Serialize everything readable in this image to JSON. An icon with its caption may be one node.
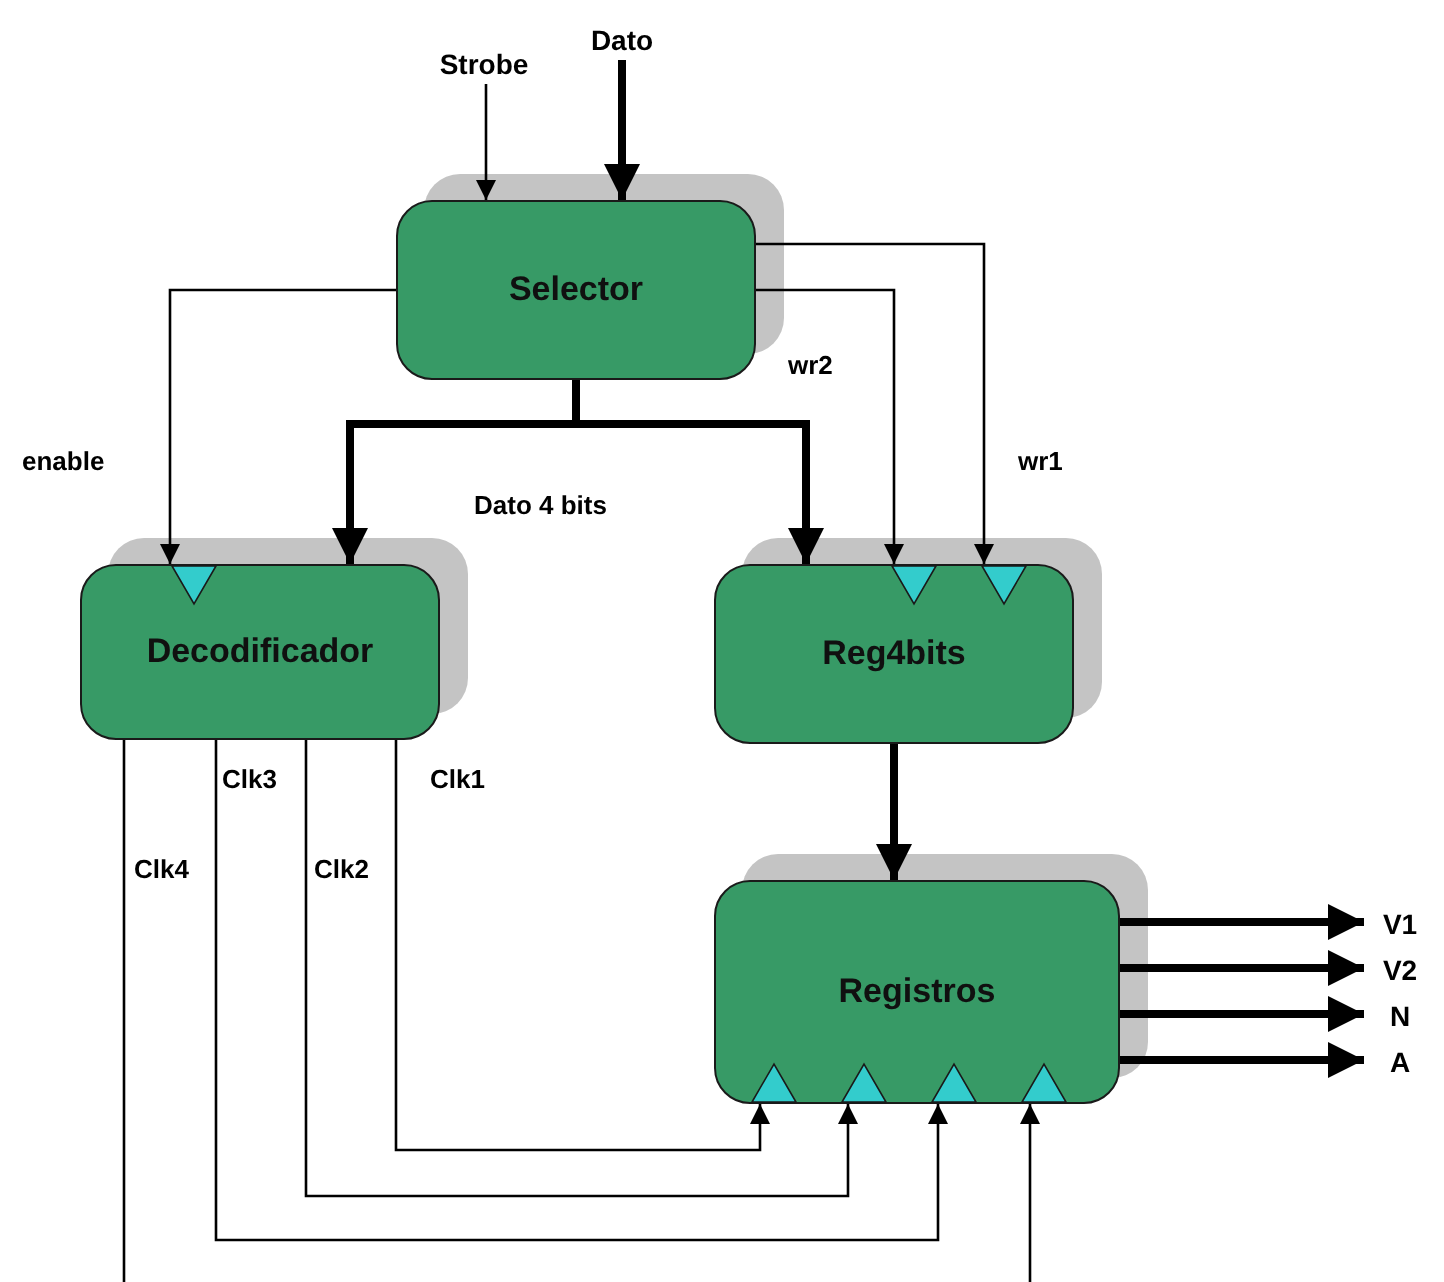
{
  "diagram": {
    "nodes": [
      {
        "text": [
          "Strobe"
        ]
      },
      {
        "text": [
          "Dato"
        ]
      },
      {
        "text": [
          "Selector"
        ]
      },
      {
        "text": [
          "Decodificador"
        ]
      },
      {
        "text": [
          "Reg4bits"
        ]
      },
      {
        "text": [
          "Registros"
        ]
      },
      {
        "text": [
          "V1"
        ]
      },
      {
        "text": [
          "V2"
        ]
      },
      {
        "text": [
          "N"
        ]
      },
      {
        "text": [
          "A"
        ]
      }
    ],
    "edges": [
      {
        "from": 0,
        "to": 2,
        "arrow": "to"
      },
      {
        "from": 1,
        "to": 2,
        "arrow": "to",
        "style": "thick"
      },
      {
        "from": 2,
        "to": 3,
        "arrow": "to",
        "label": "enable"
      },
      {
        "from": 2,
        "to": 3,
        "arrow": "to",
        "style": "thick",
        "label": "Dato 4 bits"
      },
      {
        "from": 2,
        "to": 4,
        "arrow": "to",
        "style": "thick"
      },
      {
        "from": 2,
        "to": 4,
        "arrow": "to",
        "label": "wr2"
      },
      {
        "from": 2,
        "to": 4,
        "arrow": "to",
        "label": "wr1"
      },
      {
        "from": 4,
        "to": 5,
        "arrow": "to",
        "style": "thick"
      },
      {
        "from": 5,
        "to": 6,
        "arrow": "to",
        "style": "thick"
      },
      {
        "from": 5,
        "to": 7,
        "arrow": "to",
        "style": "thick"
      },
      {
        "from": 5,
        "to": 8,
        "arrow": "to",
        "style": "thick"
      },
      {
        "from": 5,
        "to": 9,
        "arrow": "to",
        "style": "thick"
      },
      {
        "from": 3,
        "to": 5,
        "arrow": "to",
        "label": "Clk1"
      },
      {
        "from": 3,
        "to": 5,
        "arrow": "to",
        "label": "Clk2"
      },
      {
        "from": 3,
        "to": 5,
        "arrow": "to",
        "label": "Clk3"
      },
      {
        "from": 3,
        "to": null,
        "arrow": "none",
        "label": "Clk4"
      },
      {
        "from": null,
        "to": 5,
        "arrow": "to"
      }
    ]
  }
}
